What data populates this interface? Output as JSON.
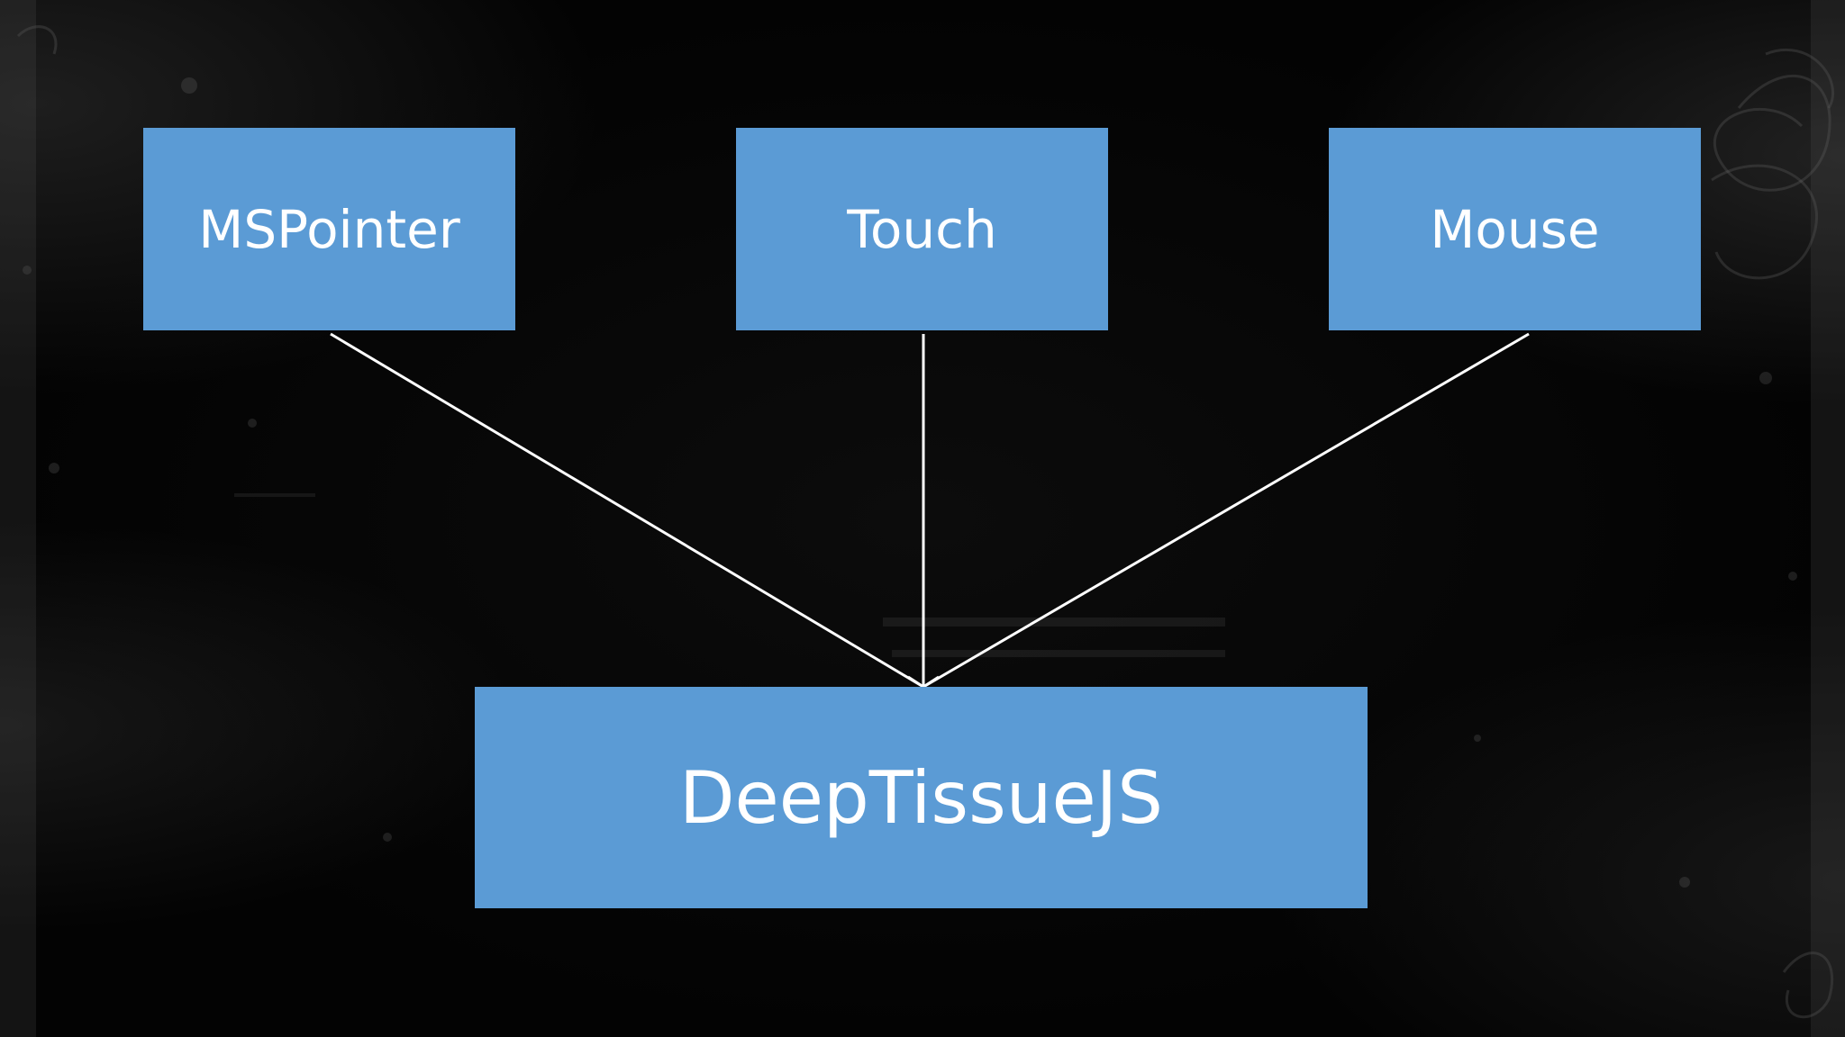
{
  "diagram": {
    "sources": [
      {
        "id": "mspointer",
        "label": "MSPointer"
      },
      {
        "id": "touch",
        "label": "Touch"
      },
      {
        "id": "mouse",
        "label": "Mouse"
      }
    ],
    "target": {
      "id": "deeptissuejs",
      "label": "DeepTissueJS"
    },
    "edges": [
      {
        "from": "mspointer",
        "to": "deeptissuejs"
      },
      {
        "from": "touch",
        "to": "deeptissuejs"
      },
      {
        "from": "mouse",
        "to": "deeptissuejs"
      }
    ]
  },
  "colors": {
    "node_fill": "#5b9bd5",
    "node_text": "#ffffff",
    "connector": "#ffffff",
    "background": "#050505"
  }
}
